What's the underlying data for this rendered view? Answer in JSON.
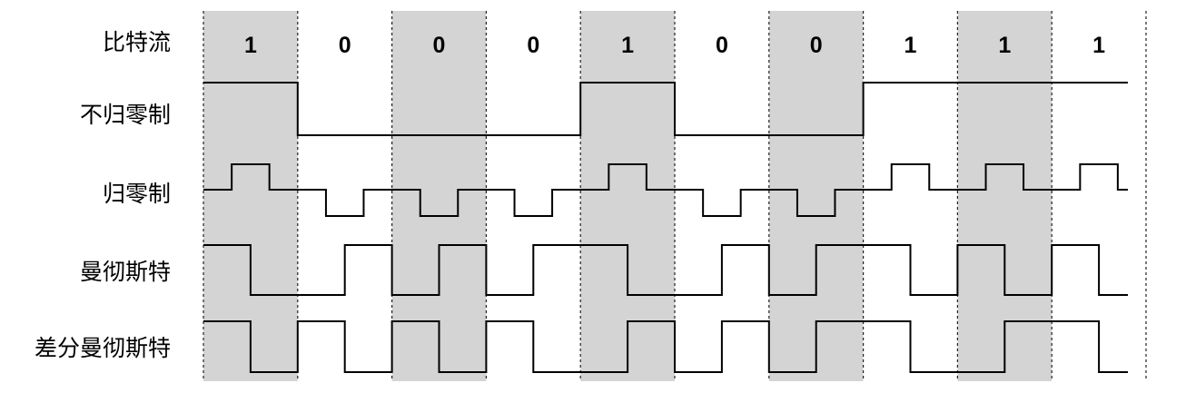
{
  "rows": {
    "bitstream": "比特流",
    "nrz": "不归零制",
    "rz": "归零制",
    "manchester": "曼彻斯特",
    "diff_manchester": "差分曼彻斯特"
  },
  "bits": [
    "1",
    "0",
    "0",
    "0",
    "1",
    "0",
    "0",
    "1",
    "1",
    "1"
  ],
  "shaded_slots": [
    0,
    2,
    4,
    6,
    8
  ],
  "shade_color": "#d4d4d4"
}
